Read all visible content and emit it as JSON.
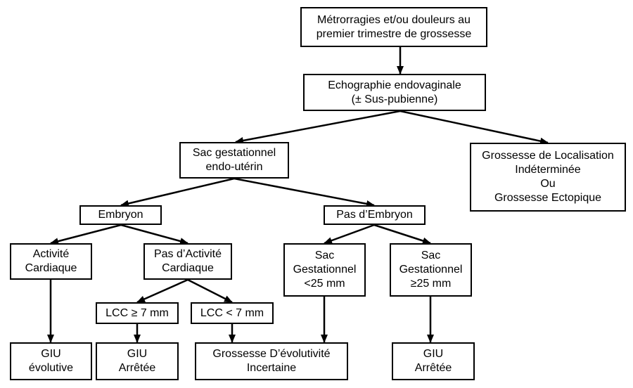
{
  "nodes": {
    "start": "Métrorragies et/ou douleurs au\npremier trimestre de grossesse",
    "echo": "Echographie endovaginale\n(± Sus-pubienne)",
    "sac_endo": "Sac gestationnel\nendo-utérin",
    "gli": "Grossesse de Localisation\nIndéterminée\nOu\nGrossesse Ectopique",
    "embryon": "Embryon",
    "pas_embryon": "Pas d’Embryon",
    "activite": "Activité\nCardiaque",
    "pas_activite": "Pas d’Activité\nCardiaque",
    "sac_lt25": "Sac\nGestationnel\n<25 mm",
    "sac_ge25": "Sac\nGestationnel\n≥25 mm",
    "lcc_ge7": "LCC ≥ 7 mm",
    "lcc_lt7": "LCC < 7 mm",
    "giu_evolutive": "GIU\névolutive",
    "giu_arretee_1": "GIU\nArrêtée",
    "incertaine": "Grossesse D’évolutivité\nIncertaine",
    "giu_arretee_2": "GIU\nArrêtée"
  },
  "edges": [
    {
      "from": "start",
      "to": "echo"
    },
    {
      "from": "echo",
      "to": "sac_endo"
    },
    {
      "from": "echo",
      "to": "gli"
    },
    {
      "from": "sac_endo",
      "to": "embryon"
    },
    {
      "from": "sac_endo",
      "to": "pas_embryon"
    },
    {
      "from": "embryon",
      "to": "activite"
    },
    {
      "from": "embryon",
      "to": "pas_activite"
    },
    {
      "from": "pas_embryon",
      "to": "sac_lt25"
    },
    {
      "from": "pas_embryon",
      "to": "sac_ge25"
    },
    {
      "from": "pas_activite",
      "to": "lcc_ge7"
    },
    {
      "from": "pas_activite",
      "to": "lcc_lt7"
    },
    {
      "from": "activite",
      "to": "giu_evolutive"
    },
    {
      "from": "lcc_ge7",
      "to": "giu_arretee_1"
    },
    {
      "from": "lcc_lt7",
      "to": "incertaine"
    },
    {
      "from": "sac_lt25",
      "to": "incertaine"
    },
    {
      "from": "sac_ge25",
      "to": "giu_arretee_2"
    }
  ]
}
